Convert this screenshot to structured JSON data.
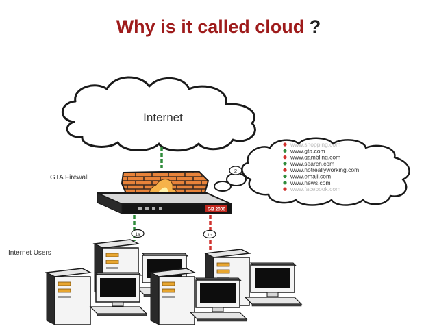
{
  "title": {
    "text": "Why is it called cloud",
    "mark": "?"
  },
  "diagram": {
    "internet_label": "Internet",
    "firewall_label": "GTA Firewall",
    "firewall_model": "GB 2000",
    "users_label": "Internet Users",
    "callout_number": "2",
    "link_badge_a": "1a",
    "link_badge_b": "1b",
    "urls": [
      {
        "text": "www.shopping.com",
        "status": "blocked"
      },
      {
        "text": "www.gta.com",
        "status": "allowed"
      },
      {
        "text": "www.gambling.com",
        "status": "blocked"
      },
      {
        "text": "www.search.com",
        "status": "allowed"
      },
      {
        "text": "www.notreallyworking.com",
        "status": "blocked"
      },
      {
        "text": "www.email.com",
        "status": "allowed"
      },
      {
        "text": "www.news.com",
        "status": "allowed"
      },
      {
        "text": "www.facebook.com",
        "status": "blocked"
      }
    ]
  },
  "colors": {
    "title": "#9e1b1b",
    "allowed": "#2e8b3a",
    "blocked": "#d0312d",
    "brick": "#e8833a"
  }
}
